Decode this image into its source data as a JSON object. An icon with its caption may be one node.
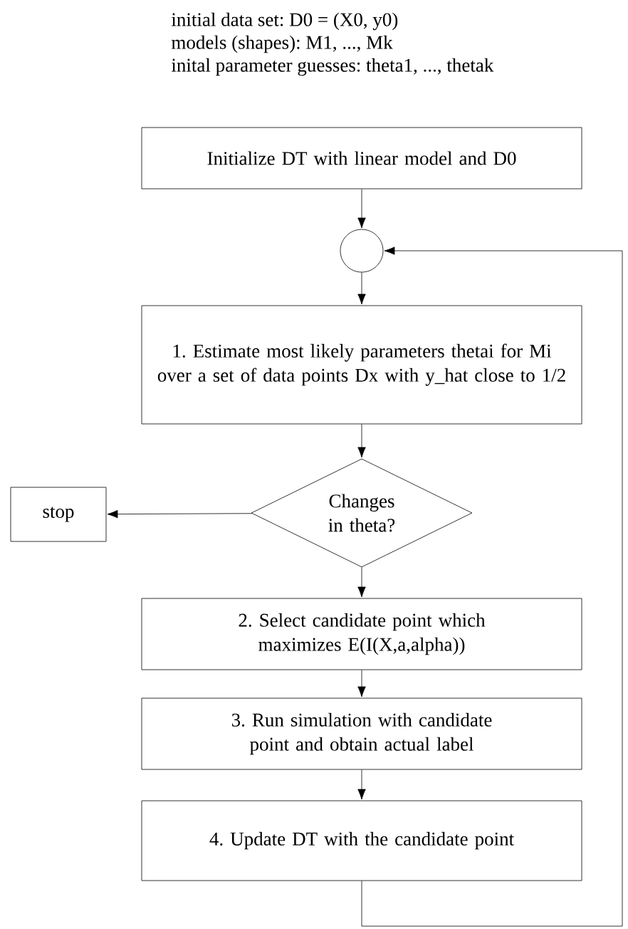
{
  "diagram": {
    "nodes": [
      {
        "text": [
          "Initialize DT with linear model  and D0"
        ]
      },
      {
        "text": [],
        "shape": "circle"
      },
      {
        "text": [
          "1. Estimate most likely parameters thetai for Mi over a set of data points Dx with y_hat close to 1/2"
        ]
      },
      {
        "text": [
          "Changes in theta?"
        ]
      },
      {
        "text": [
          "stop"
        ]
      },
      {
        "text": [
          "2. Select candidate point which maximizes E(I(X,a,alpha))"
        ]
      },
      {
        "text": [
          "3. Run simulation with candidate point and obtain actual label"
        ]
      },
      {
        "text": [
          "4. Update DT with the candidate point"
        ]
      }
    ],
    "edges": [
      {
        "from": 0,
        "to": 1,
        "arrow": "to"
      },
      {
        "from": 1,
        "to": 2,
        "arrow": "to"
      },
      {
        "from": 2,
        "to": 3,
        "arrow": "to"
      },
      {
        "from": 3,
        "to": 4,
        "arrow": "to"
      },
      {
        "from": 3,
        "to": 5,
        "arrow": "to"
      },
      {
        "from": 5,
        "to": 6,
        "arrow": "to"
      },
      {
        "from": 6,
        "to": 7,
        "arrow": "to"
      },
      {
        "from": 7,
        "to": 1,
        "arrow": "to"
      }
    ],
    "labels": [
      "initial data set: D0 = (X0, y0)",
      "models (shapes): M1, ..., Mk",
      "inital parameter guesses: theta1, ..., thetak"
    ]
  }
}
